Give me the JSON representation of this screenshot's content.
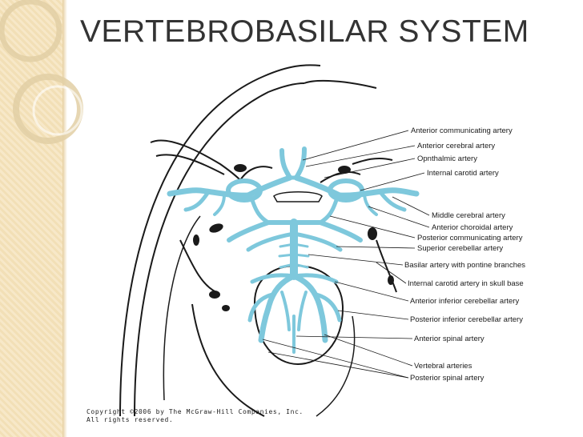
{
  "slide": {
    "title": "VERTEBROBASILAR SYSTEM"
  },
  "diagram": {
    "labels": [
      "Anterior communicating artery",
      "Anterior cerebral artery",
      "Opnthalmic artery",
      "Internal carotid artery",
      "Middle cerebral artery",
      "Anterior choroidal artery",
      "Posterior communicating artery",
      "Superior cerebellar artery",
      "Basilar artery with pontine branches",
      "Internal carotid artery in skull base",
      "Anterior inferior cerebellar artery",
      "Posterior inferior cerebellar artery",
      "Anterior spinal artery",
      "Vertebral arteries",
      "Posterior spinal artery"
    ],
    "copyright_line1": "Copyright ©2006 by The McGraw-Hill Companies, Inc.",
    "copyright_line2": "All rights reserved.",
    "colors": {
      "artery": "#7ec8dc",
      "outline": "#1a1a1a",
      "strip": "#f2dfb6",
      "ring": "#e2cfa5"
    }
  }
}
